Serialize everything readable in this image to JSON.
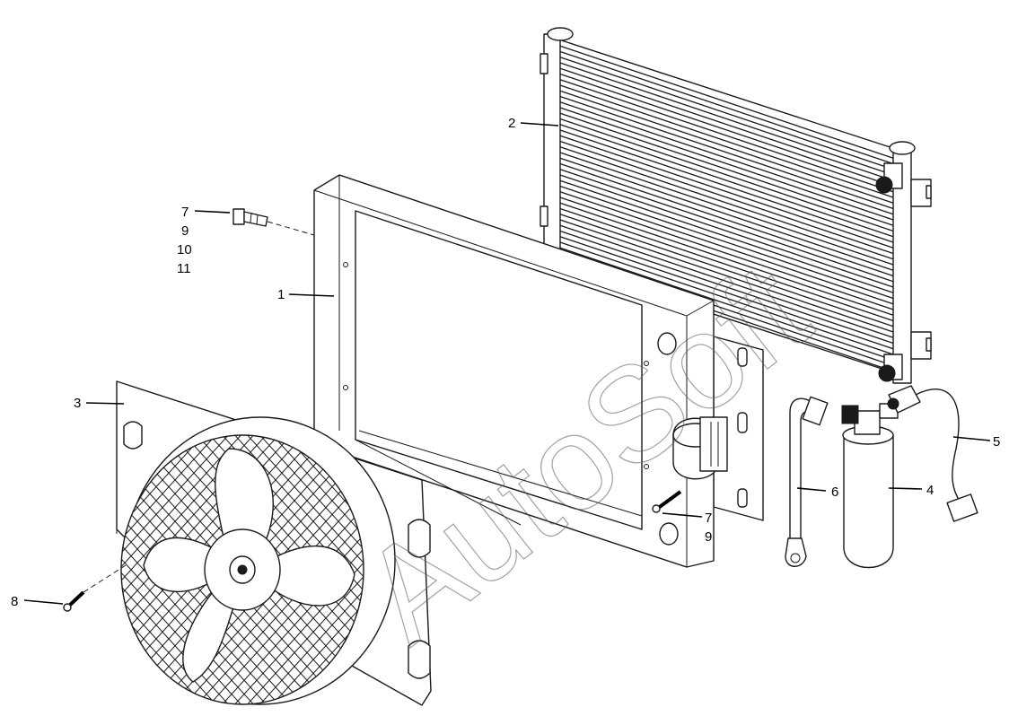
{
  "watermark": "AutoSoft",
  "callouts": [
    {
      "id": "1",
      "text": "1"
    },
    {
      "id": "2",
      "text": "2"
    },
    {
      "id": "3",
      "text": "3"
    },
    {
      "id": "4",
      "text": "4"
    },
    {
      "id": "5",
      "text": "5"
    },
    {
      "id": "6",
      "text": "6"
    },
    {
      "id": "7a",
      "text": "7"
    },
    {
      "id": "9a",
      "text": "9"
    },
    {
      "id": "10",
      "text": "10"
    },
    {
      "id": "11",
      "text": "11"
    },
    {
      "id": "7b",
      "text": "7"
    },
    {
      "id": "9b",
      "text": "9"
    },
    {
      "id": "8",
      "text": "8"
    }
  ]
}
